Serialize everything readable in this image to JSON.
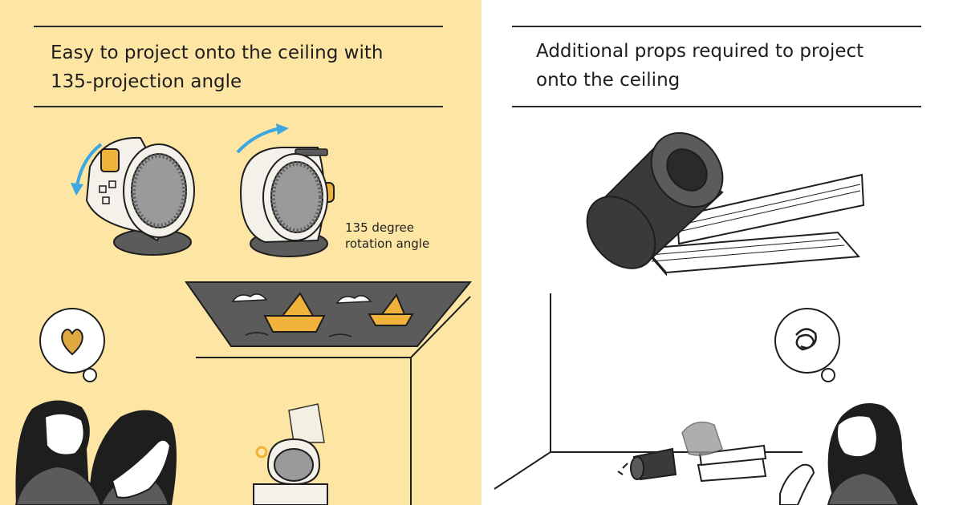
{
  "colors": {
    "left_background": "#fde5a3",
    "right_background": "#ffffff",
    "accent_arrow": "#3ea6e0",
    "boat": "#f0b23a",
    "projection": "#5b5b5b",
    "ink": "#1e1e1e"
  },
  "left_panel": {
    "heading": "Easy to project onto the ceiling with 135-projection angle",
    "callout_line1": "135 degree",
    "callout_line2": "rotation angle",
    "thought_icon": "heart-icon"
  },
  "right_panel": {
    "heading": "Additional props required to project onto the ceiling",
    "thought_icon": "scribble-icon"
  }
}
